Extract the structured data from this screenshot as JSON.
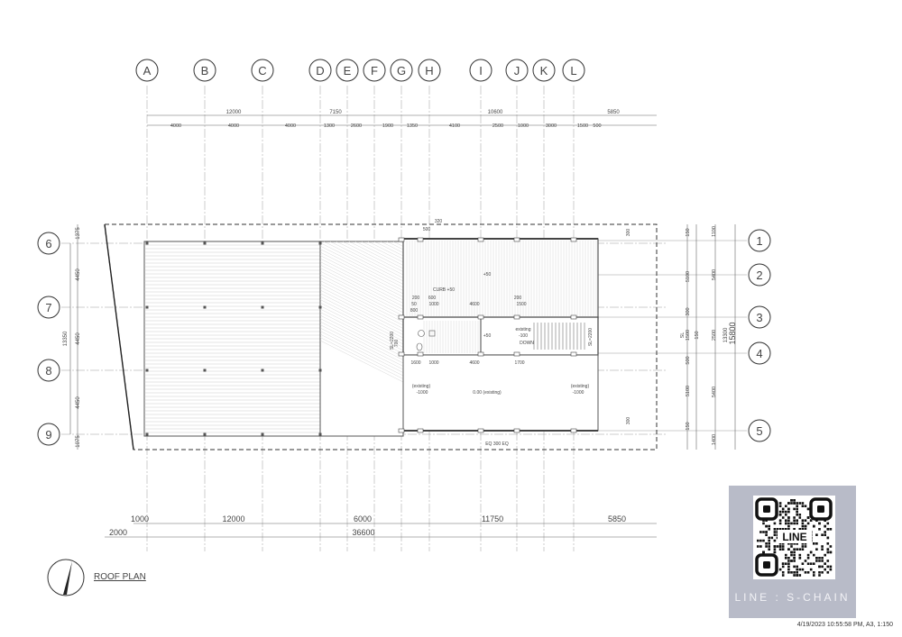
{
  "drawing": {
    "title": "ROOF PLAN",
    "footer": "4/19/2023 10:55:58 PM, A3, 1:150",
    "grid_columns": [
      "A",
      "B",
      "C",
      "D",
      "E",
      "F",
      "G",
      "H",
      "I",
      "J",
      "K",
      "L"
    ],
    "grid_rows_left": [
      "6",
      "7",
      "8",
      "9"
    ],
    "grid_rows_right": [
      "1",
      "2",
      "3",
      "4",
      "5"
    ],
    "top_dims_overall": [
      "12000",
      "7150",
      "10600",
      "5850"
    ],
    "top_dims_detail": [
      "4000",
      "4000",
      "4000",
      "1300",
      "2600",
      "1900",
      "1350",
      "4100",
      "2500",
      "1000",
      "3000",
      "1500",
      "500"
    ],
    "bottom_dims_row1": [
      "1000",
      "12000",
      "6000",
      "11750",
      "5850"
    ],
    "bottom_dims_row2": [
      "2000",
      "36600"
    ],
    "left_dims": [
      "1375",
      "4450",
      "4450",
      "4450",
      "1075",
      "13350"
    ],
    "right_dims": [
      "150",
      "5100",
      "300",
      "1500",
      "SL",
      "500",
      "150",
      "5100",
      "150",
      "1100",
      "5400",
      "2500",
      "5400",
      "1400",
      "13300",
      "15800"
    ],
    "plan_notes": [
      "320",
      "500",
      "+50",
      "CURB +50",
      "200",
      "600",
      "50",
      "800",
      "1000",
      "4600",
      "200",
      "1500",
      "+50",
      "existing",
      "-100",
      "DOWN",
      "1600",
      "1000",
      "4600",
      "1700",
      "(existing)",
      "-1000",
      "0.00 (existing)",
      "(existing)",
      "-1000",
      "EQ 300 EQ",
      "SL=2200",
      "700",
      "SL=2200",
      "300",
      "300"
    ]
  },
  "qr": {
    "caption": "LINE : S-CHAIN",
    "logo_text": "LINE"
  },
  "colors": {
    "line": "#555555",
    "grid": "#888888",
    "panel": "#b8bbc8"
  }
}
